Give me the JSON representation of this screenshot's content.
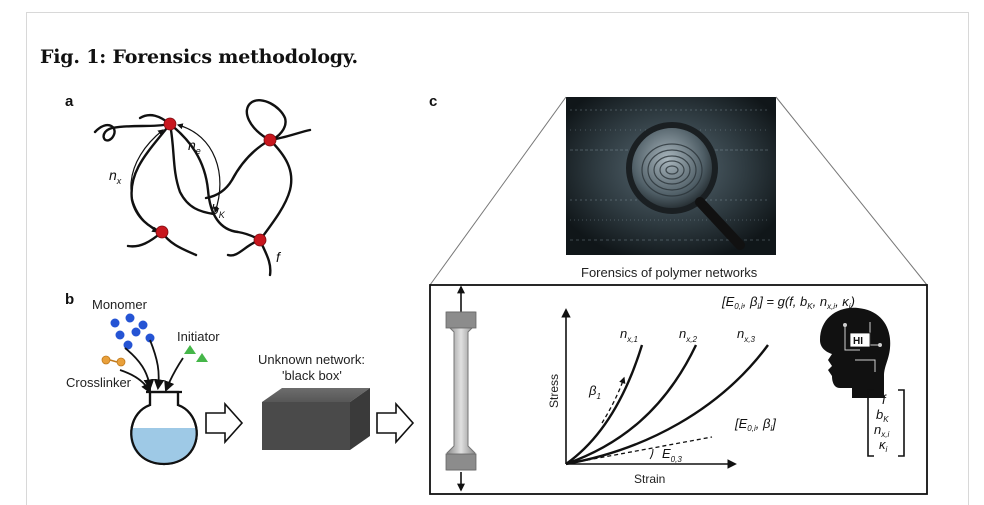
{
  "figure": {
    "title": "Fig. 1: Forensics methodology.",
    "panels": {
      "a": {
        "label": "a",
        "n_x": "n",
        "n_x_sub": "x",
        "n_e": "n",
        "n_e_sub": "e",
        "b_K": "b",
        "b_K_sub": "K",
        "f": "f"
      },
      "b": {
        "label": "b",
        "monomer": "Monomer",
        "initiator": "Initiator",
        "crosslinker": "Crosslinker",
        "unknown_network_line1": "Unknown network:",
        "unknown_network_line2": "'black box'"
      },
      "c": {
        "label": "c",
        "photo_caption": "Forensics of polymer networks",
        "equation": "[E",
        "equation_full": "[E0,i, βi] = g(f, bK, nx,i, κi)",
        "stress": "Stress",
        "strain": "Strain",
        "curve_labels": [
          "n",
          "n",
          "n"
        ],
        "curve_subs": [
          "x,1",
          "x,2",
          "x,3"
        ],
        "beta": "β",
        "beta_sub": "1",
        "e03": "E",
        "e03_sub": "0,3",
        "input_vector": "[E",
        "input_vector_full": "[E0,i, βi]",
        "hi_badge": "HI",
        "output_vector": [
          "f",
          "bK",
          "nx,i",
          "κi"
        ]
      }
    },
    "colors": {
      "crosslink_node": "#c8171e",
      "monomer": "#2554d4",
      "initiator": "#45b649",
      "crosslinker": "#e9a03b",
      "flask_liquid": "#9ec9e6",
      "black_box": "#4a4a4a"
    }
  }
}
